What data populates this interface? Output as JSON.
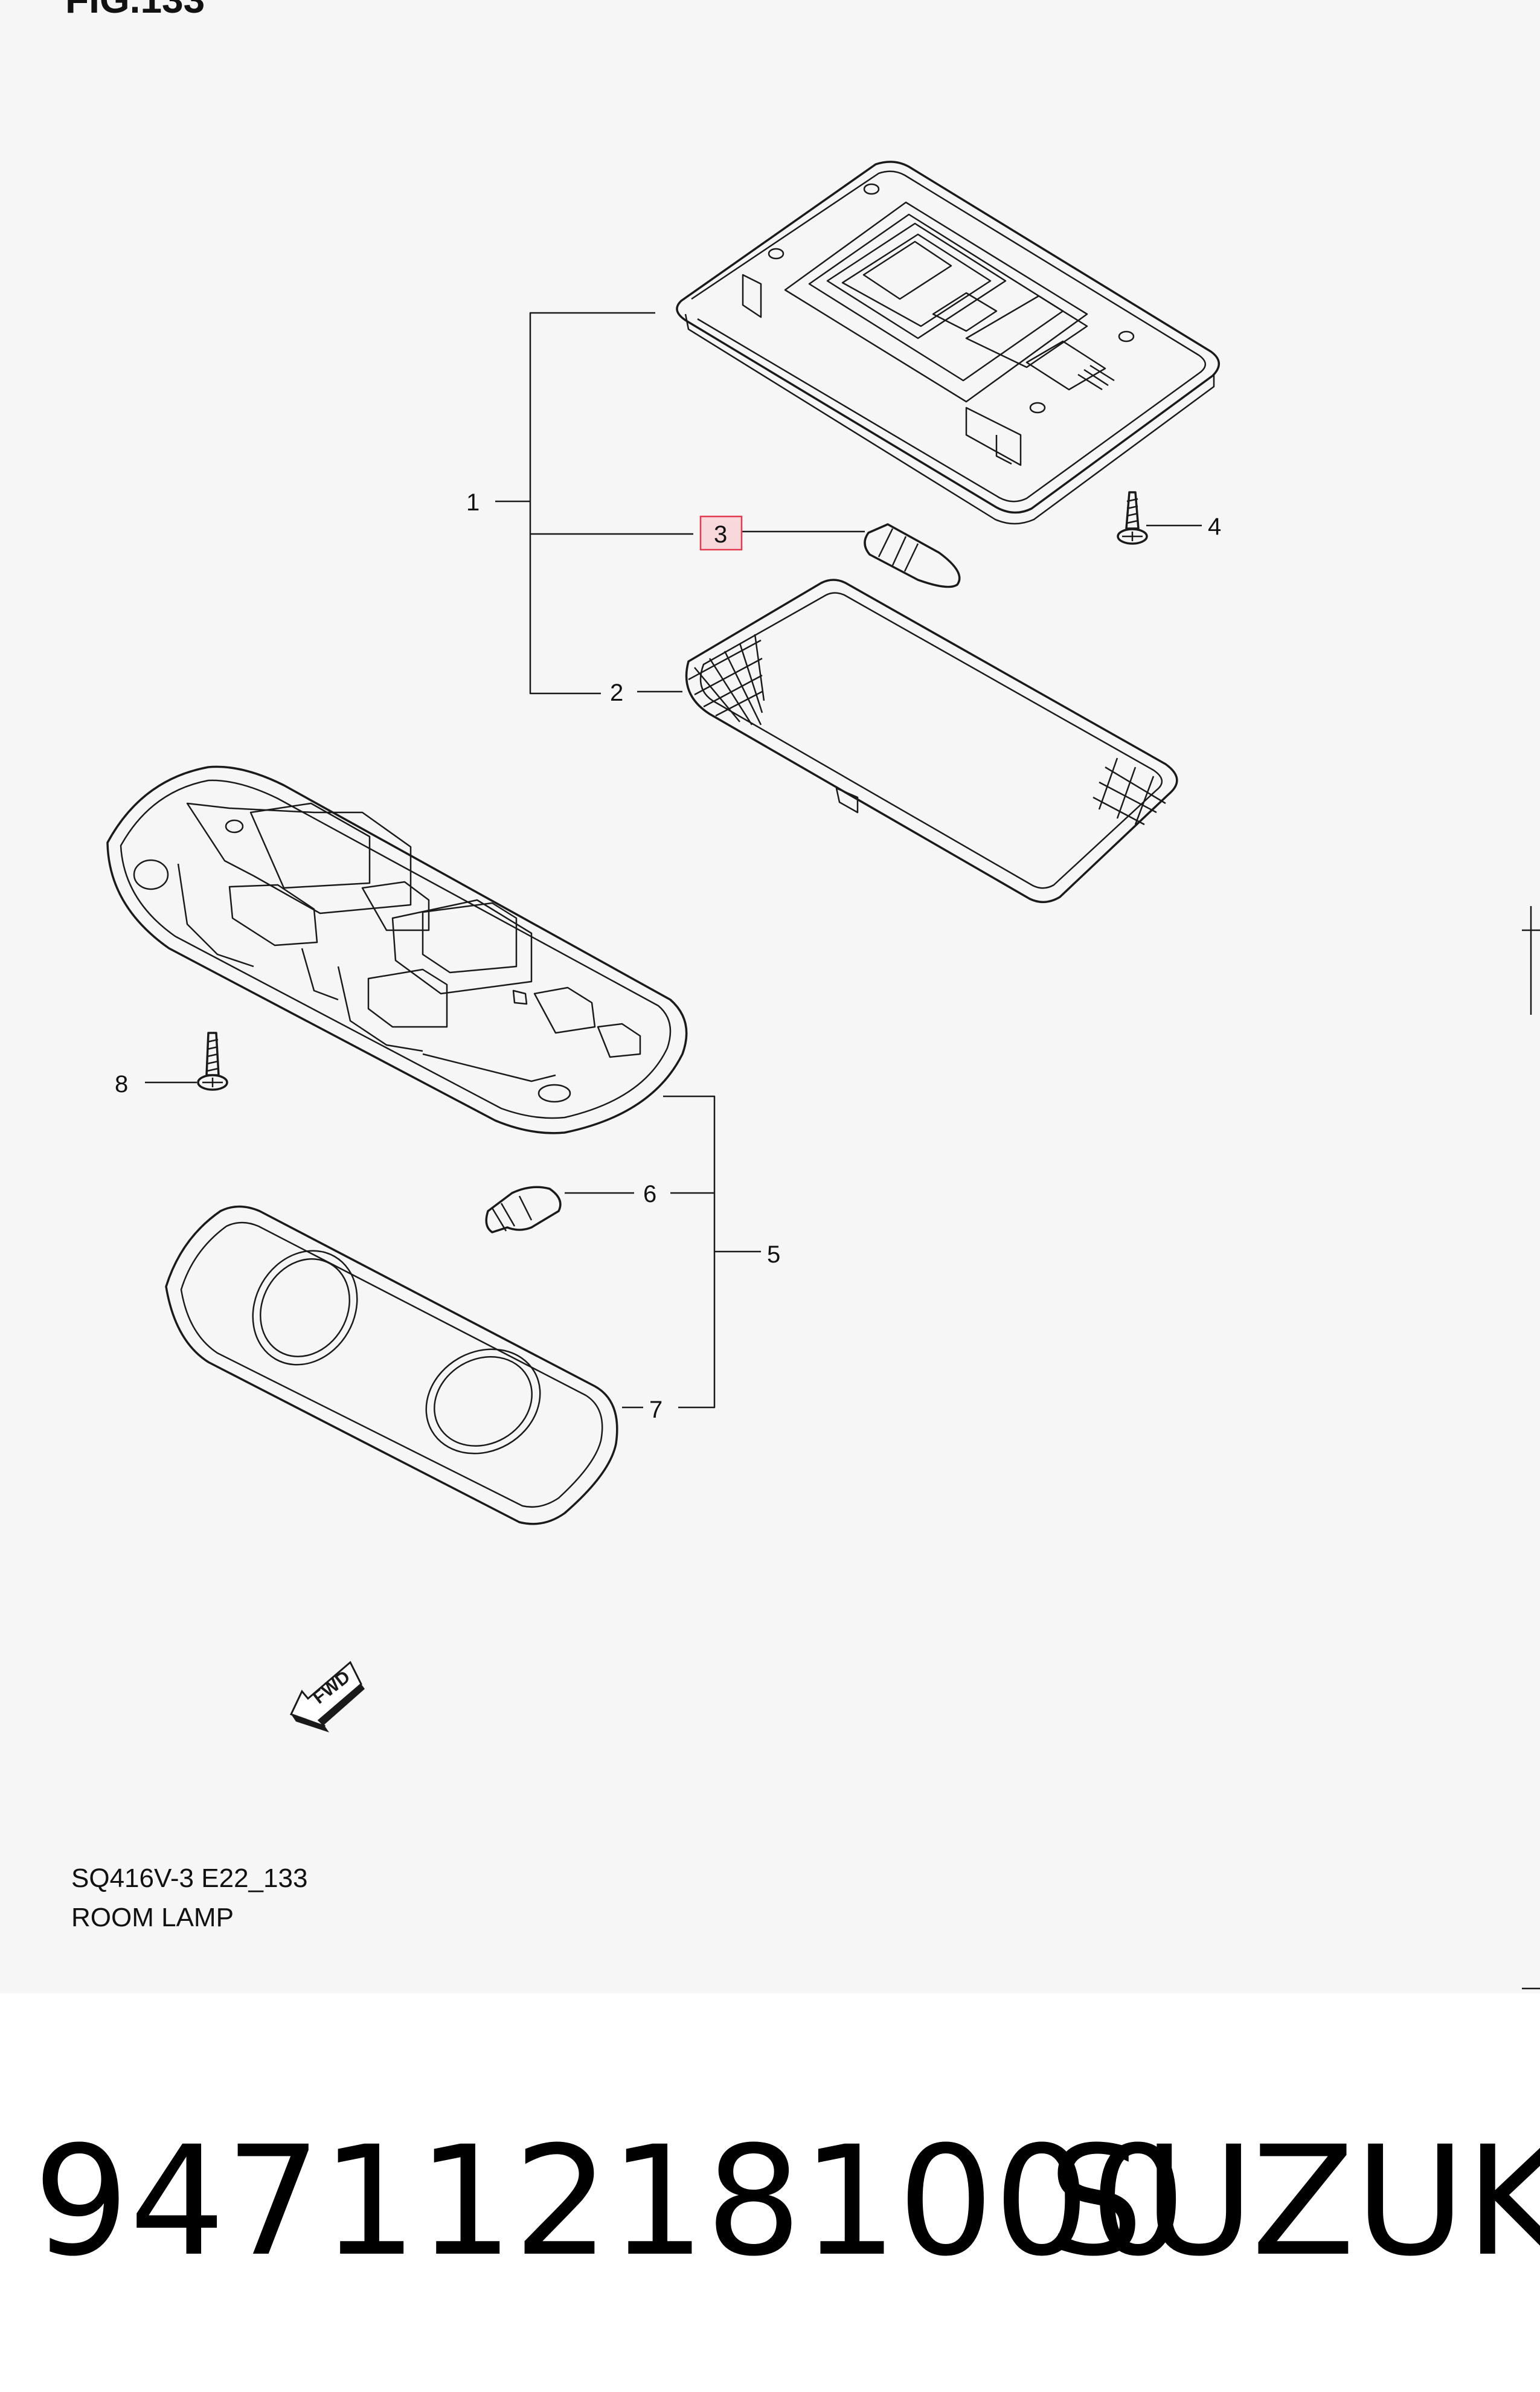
{
  "diagram": {
    "figure_header": "FIG.133",
    "callouts": {
      "c1": "1",
      "c2": "2",
      "c3": "3",
      "c4": "4",
      "c5": "5",
      "c6": "6",
      "c7": "7",
      "c8": "8"
    },
    "highlighted_callout": "3",
    "highlight_color": "#e23b4e",
    "direction_arrow_text": "FWD",
    "drawing_code": "SQ416V-3 E22_133",
    "drawing_title": "ROOM LAMP"
  },
  "part_number": "947112181000",
  "brand": "SUZUKI"
}
